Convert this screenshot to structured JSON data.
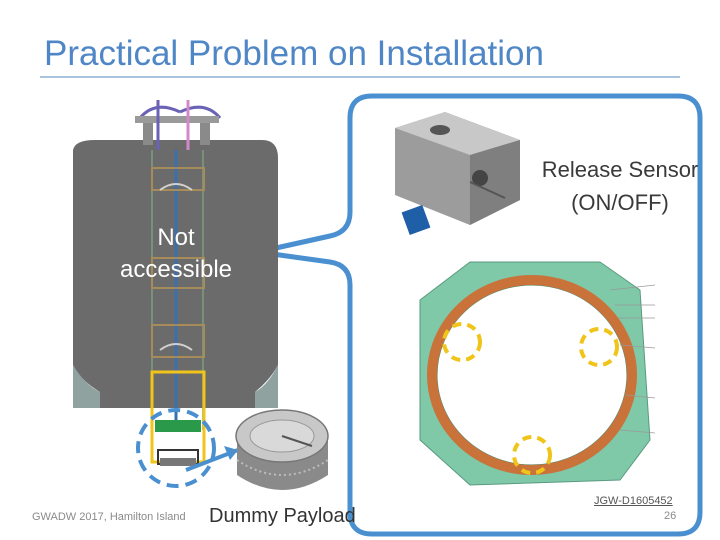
{
  "slide": {
    "title": "Practical Problem on Installation",
    "not_accessible_line1": "Not",
    "not_accessible_line2": "accessible",
    "release_sensor_line1": "Release Sensor",
    "release_sensor_line2": "(ON/OFF)",
    "footer_left": "GWADW 2017, Hamilton Island",
    "dummy_payload": "Dummy Payload",
    "doc_ref": "JGW-D1605452",
    "page_number": "26"
  },
  "colors": {
    "title": "#4f86c6",
    "callout_border": "#4a90d0",
    "vacuum_chamber": "#6b6b6b",
    "highlight_yellow": "#f0c419",
    "ring_green": "#7fc8a8",
    "ring_orange": "#c9733a"
  }
}
